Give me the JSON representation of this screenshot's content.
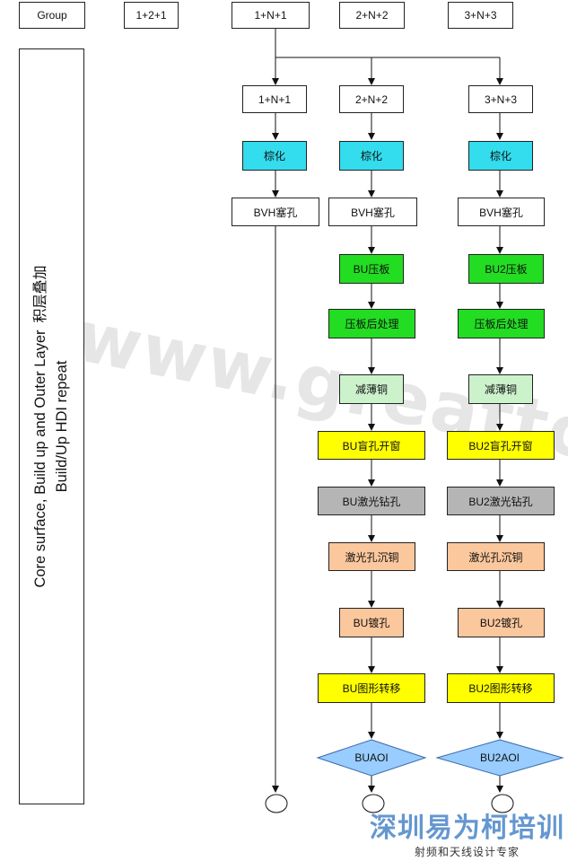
{
  "header": {
    "group": "Group",
    "c1": "1+2+1",
    "c2": "1+N+1",
    "c3": "2+N+2",
    "c4": "3+N+3"
  },
  "side": {
    "line1": "Core surface, Build up and Outer Layer",
    "line2": "Build/Up HDI repeat",
    "cjk": "积层叠加"
  },
  "flow": {
    "top1": "1+N+1",
    "top2": "2+N+2",
    "top3": "3+N+3",
    "brown": "棕化",
    "bvh": "BVH塞孔",
    "bu_press": "BU压板",
    "bu2_press": "BU2压板",
    "post_press": "压板后处理",
    "reduce_cu": "减薄铜",
    "bu_window": "BU盲孔开窗",
    "bu2_window": "BU2盲孔开窗",
    "bu_laser": "BU激光钻孔",
    "bu2_laser": "BU2激光钻孔",
    "laser_plating": "激光孔沉铜",
    "bu_plate": "BU镀孔",
    "bu2_plate": "BU2镀孔",
    "bu_pattern": "BU图形转移",
    "bu2_pattern": "BU2图形转移",
    "buaoi": "BUAOI",
    "bu2aoi": "BU2AOI"
  },
  "watermark": "www.greattong.com",
  "logo": {
    "big": "深圳易为柯培训",
    "small": "射频和天线设计专家"
  },
  "colors": {
    "cyan": "#33ddee",
    "green": "#22dd22",
    "light_green": "#ccf2cc",
    "yellow": "#ffff00",
    "gray": "#b5b5b5",
    "peach": "#fbc79c",
    "diamond": "#99ccff"
  }
}
